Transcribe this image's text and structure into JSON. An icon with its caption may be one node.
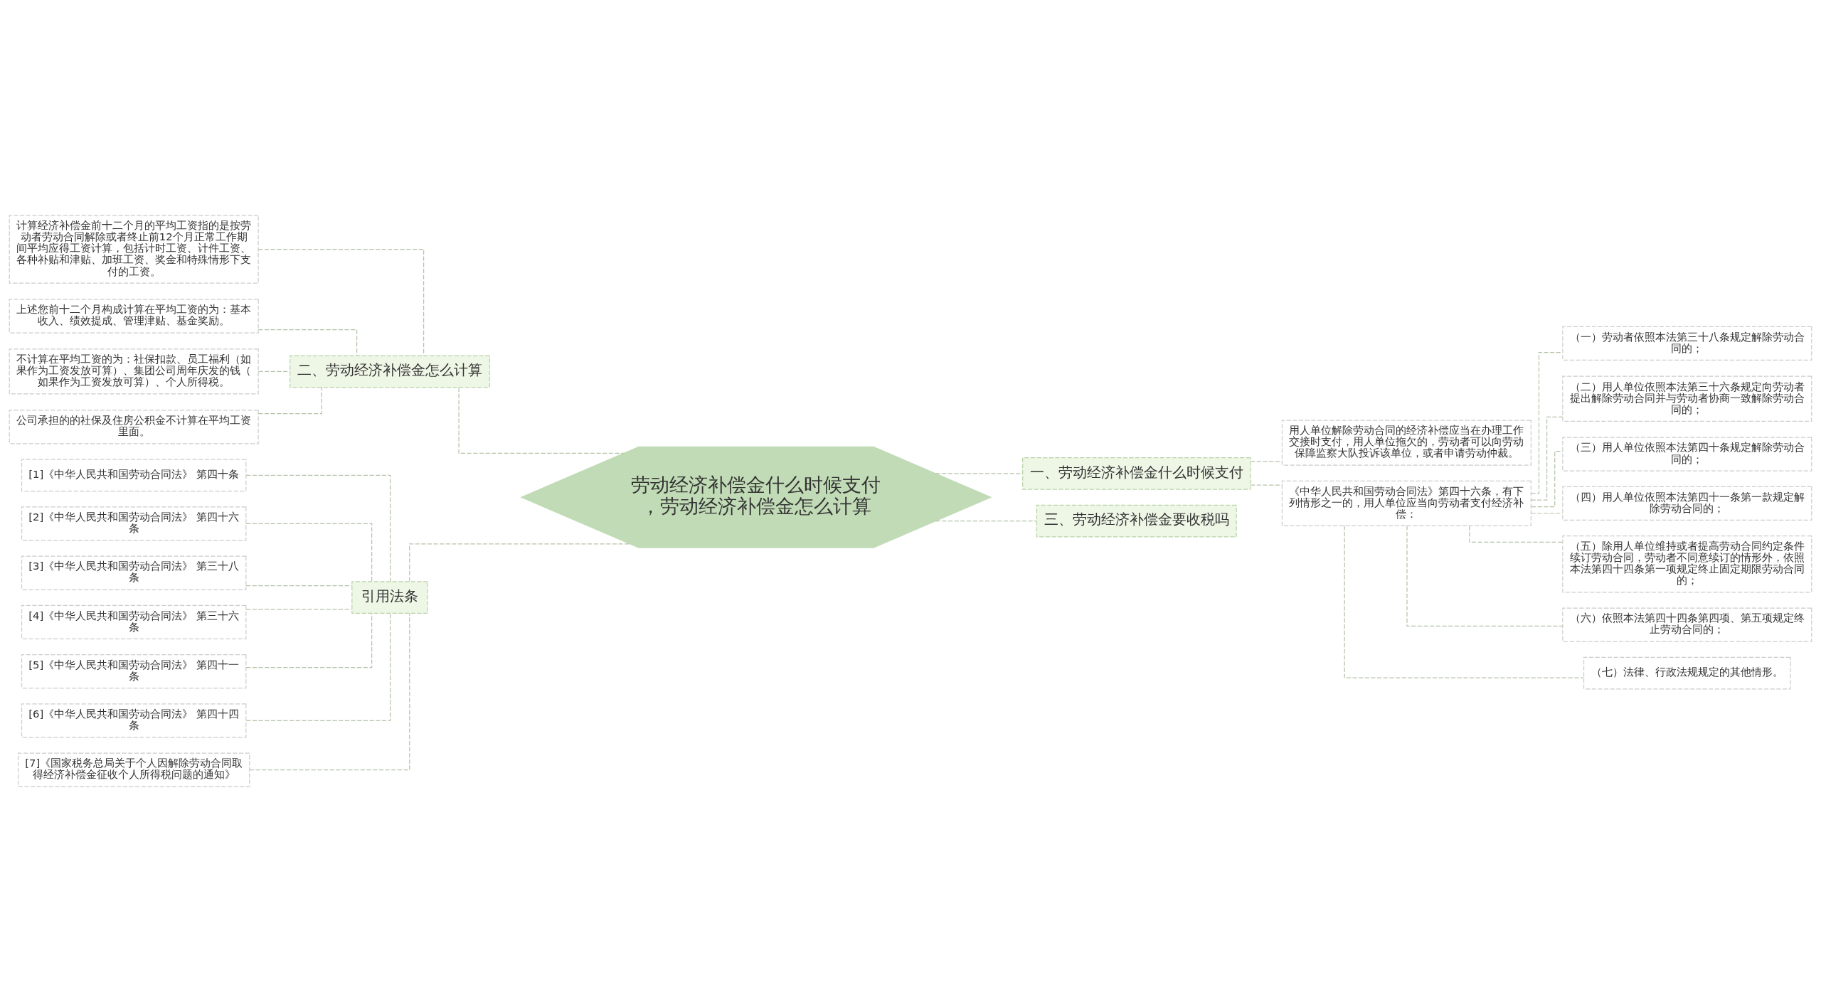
{
  "diagram": {
    "nodes": [
      {
        "text": [
          "劳动经济补偿金什么时候支付，劳动经济补偿金怎么计算"
        ]
      },
      {
        "text": [
          "一、劳动经济补偿金什么时候支付"
        ]
      },
      {
        "text": [
          "用人单位解除劳动合同的经济补偿应当在办理工作交接时支付，用人单位拖欠的，劳动者可以向劳动保障监察大队投诉该单位，或者申请劳动仲裁。"
        ]
      },
      {
        "text": [
          "《中华人民共和国劳动合同法》第四十六条，有下列情形之一的，用人单位应当向劳动者支付经济补偿："
        ]
      },
      {
        "text": [
          "（一）劳动者依照本法第三十八条规定解除劳动合同的；"
        ]
      },
      {
        "text": [
          "（二）用人单位依照本法第三十六条规定向劳动者提出解除劳动合同并与劳动者协商一致解除劳动合同的；"
        ]
      },
      {
        "text": [
          "（三）用人单位依照本法第四十条规定解除劳动合同的；"
        ]
      },
      {
        "text": [
          "（四）用人单位依照本法第四十一条第一款规定解除劳动合同的；"
        ]
      },
      {
        "text": [
          "（五）除用人单位维持或者提高劳动合同约定条件续订劳动合同，劳动者不同意续订的情形外，依照本法第四十四条第一项规定终止固定期限劳动合同的；"
        ]
      },
      {
        "text": [
          "（六）依照本法第四十四条第四项、第五项规定终止劳动合同的；"
        ]
      },
      {
        "text": [
          "（七）法律、行政法规规定的其他情形。"
        ]
      },
      {
        "text": [
          "二、劳动经济补偿金怎么计算"
        ]
      },
      {
        "text": [
          "计算经济补偿金前十二个月的平均工资指的是按劳动者劳动合同解除或者终止前12个月正常工作期间平均应得工资计算，包括计时工资、计件工资、各种补贴和津贴、加班工资、奖金和特殊情形下支付的工资。"
        ]
      },
      {
        "text": [
          "上述您前十二个月构成计算在平均工资的为：基本收入、绩效提成、管理津贴、基金奖励。"
        ]
      },
      {
        "text": [
          "不计算在平均工资的为：社保扣款、员工福利（如果作为工资发放可算）、集团公司周年庆发的钱（如果作为工资发放可算）、个人所得税。"
        ]
      },
      {
        "text": [
          "公司承担的的社保及住房公积金不计算在平均工资里面。"
        ]
      },
      {
        "text": [
          "引用法条"
        ]
      },
      {
        "text": [
          "[1]《中华人民共和国劳动合同法》 第四十条"
        ]
      },
      {
        "text": [
          "[2]《中华人民共和国劳动合同法》 第四十六条"
        ]
      },
      {
        "text": [
          "[3]《中华人民共和国劳动合同法》 第三十八条"
        ]
      },
      {
        "text": [
          "[4]《中华人民共和国劳动合同法》 第三十六条"
        ]
      },
      {
        "text": [
          "[5]《中华人民共和国劳动合同法》 第四十一条"
        ]
      },
      {
        "text": [
          "[6]《中华人民共和国劳动合同法》 第四十四条"
        ]
      },
      {
        "text": [
          "[7]《国家税务总局关于个人因解除劳动合同取得经济补偿金征收个人所得税问题的通知》"
        ]
      },
      {
        "text": [
          "三、劳动经济补偿金要收税吗"
        ]
      }
    ],
    "edges": [
      {
        "from": 0,
        "to": 1,
        "arrow": "none"
      },
      {
        "from": 1,
        "to": 2,
        "arrow": "none"
      },
      {
        "from": 1,
        "to": 3,
        "arrow": "none"
      },
      {
        "from": 3,
        "to": 4,
        "arrow": "none"
      },
      {
        "from": 3,
        "to": 5,
        "arrow": "none"
      },
      {
        "from": 3,
        "to": 6,
        "arrow": "none"
      },
      {
        "from": 3,
        "to": 7,
        "arrow": "none"
      },
      {
        "from": 3,
        "to": 8,
        "arrow": "none"
      },
      {
        "from": 3,
        "to": 9,
        "arrow": "none"
      },
      {
        "from": 3,
        "to": 10,
        "arrow": "none"
      },
      {
        "from": 0,
        "to": 11,
        "arrow": "none"
      },
      {
        "from": 11,
        "to": 12,
        "arrow": "none"
      },
      {
        "from": 11,
        "to": 13,
        "arrow": "none"
      },
      {
        "from": 11,
        "to": 14,
        "arrow": "none"
      },
      {
        "from": 11,
        "to": 15,
        "arrow": "none"
      },
      {
        "from": 0,
        "to": 16,
        "arrow": "none"
      },
      {
        "from": 16,
        "to": 17,
        "arrow": "none"
      },
      {
        "from": 16,
        "to": 18,
        "arrow": "none"
      },
      {
        "from": 16,
        "to": 19,
        "arrow": "none"
      },
      {
        "from": 16,
        "to": 20,
        "arrow": "none"
      },
      {
        "from": 16,
        "to": 21,
        "arrow": "none"
      },
      {
        "from": 16,
        "to": 22,
        "arrow": "none"
      },
      {
        "from": 16,
        "to": 23,
        "arrow": "none"
      },
      {
        "from": 0,
        "to": 24,
        "arrow": "none"
      }
    ]
  }
}
